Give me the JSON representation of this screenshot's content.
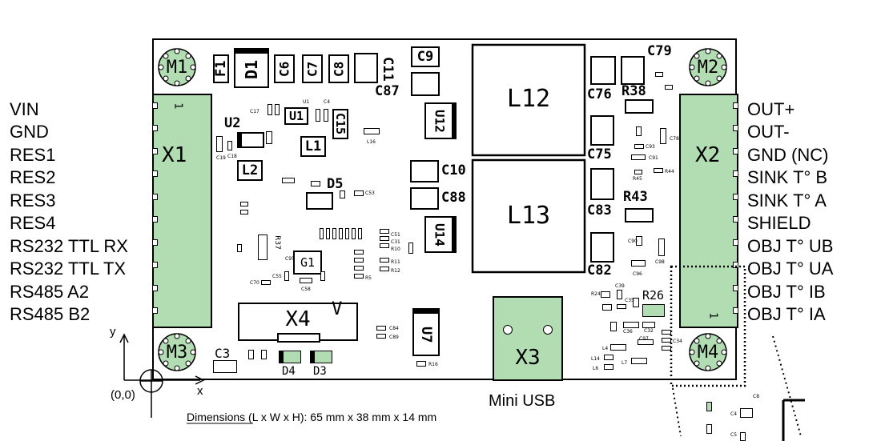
{
  "left_pins": [
    "VIN",
    "GND",
    "RES1",
    "RES2",
    "RES3",
    "RES4",
    "RS232 TTL RX",
    "RS232 TTL TX",
    "RS485 A2",
    "RS485 B2"
  ],
  "right_pins": [
    "OUT+",
    "OUT-",
    "GND (NC)",
    "SINK T° B",
    "SINK T° A",
    "SHIELD",
    "OBJ T° UB",
    "OBJ T° UA",
    "OBJ T° IB",
    "OBJ T° IA"
  ],
  "connectors": {
    "x1": "X1",
    "x2": "X2",
    "x3": "X3",
    "x4": "X4",
    "pin1": "1"
  },
  "mounts": {
    "m1": "M1",
    "m2": "M2",
    "m3": "M3",
    "m4": "M4"
  },
  "components": {
    "f1": "F1",
    "d1": "D1",
    "c6": "C6",
    "c7": "C7",
    "c8": "C8",
    "c11": "C11",
    "c9": "C9",
    "c87": "C87",
    "c79": "C79",
    "l12": "L12",
    "l13": "L13",
    "c76": "C76",
    "r38": "R38",
    "c75": "C75",
    "c83": "C83",
    "r43": "R43",
    "c82": "C82",
    "c10": "C10",
    "c88": "C88",
    "u12": "U12",
    "u14": "U14",
    "u7": "U7",
    "u1": "U1",
    "u2": "U2",
    "c15": "C15",
    "l1": "L1",
    "l2": "L2",
    "d5": "D5",
    "g1": "G1",
    "r26": "R26",
    "c3": "C3",
    "d4": "D4",
    "d3": "D3",
    "r37": "R37",
    "v": "V"
  },
  "axes": {
    "y": "y",
    "x": "x",
    "origin": "(0,0)"
  },
  "usb_label": "Mini USB",
  "dimensions": {
    "label": "Dimensions",
    "text": " (L x W x H): 65 mm x 38 mm x 14 mm"
  },
  "tiny_labels": [
    "C17",
    "C4",
    "U1",
    "C19",
    "C18",
    "L16",
    "C91",
    "C93",
    "R45",
    "R44",
    "C78",
    "C98",
    "C90",
    "C96",
    "C95",
    "C55",
    "C58",
    "C70",
    "C53",
    "C51",
    "C31",
    "R10",
    "R11",
    "R12",
    "R5",
    "C84",
    "C89",
    "R16",
    "C36",
    "C32",
    "C97",
    "C34",
    "L7",
    "R24",
    "C35",
    "C39",
    "L4",
    "L14",
    "L6",
    "C4",
    "C5",
    "C8"
  ]
}
